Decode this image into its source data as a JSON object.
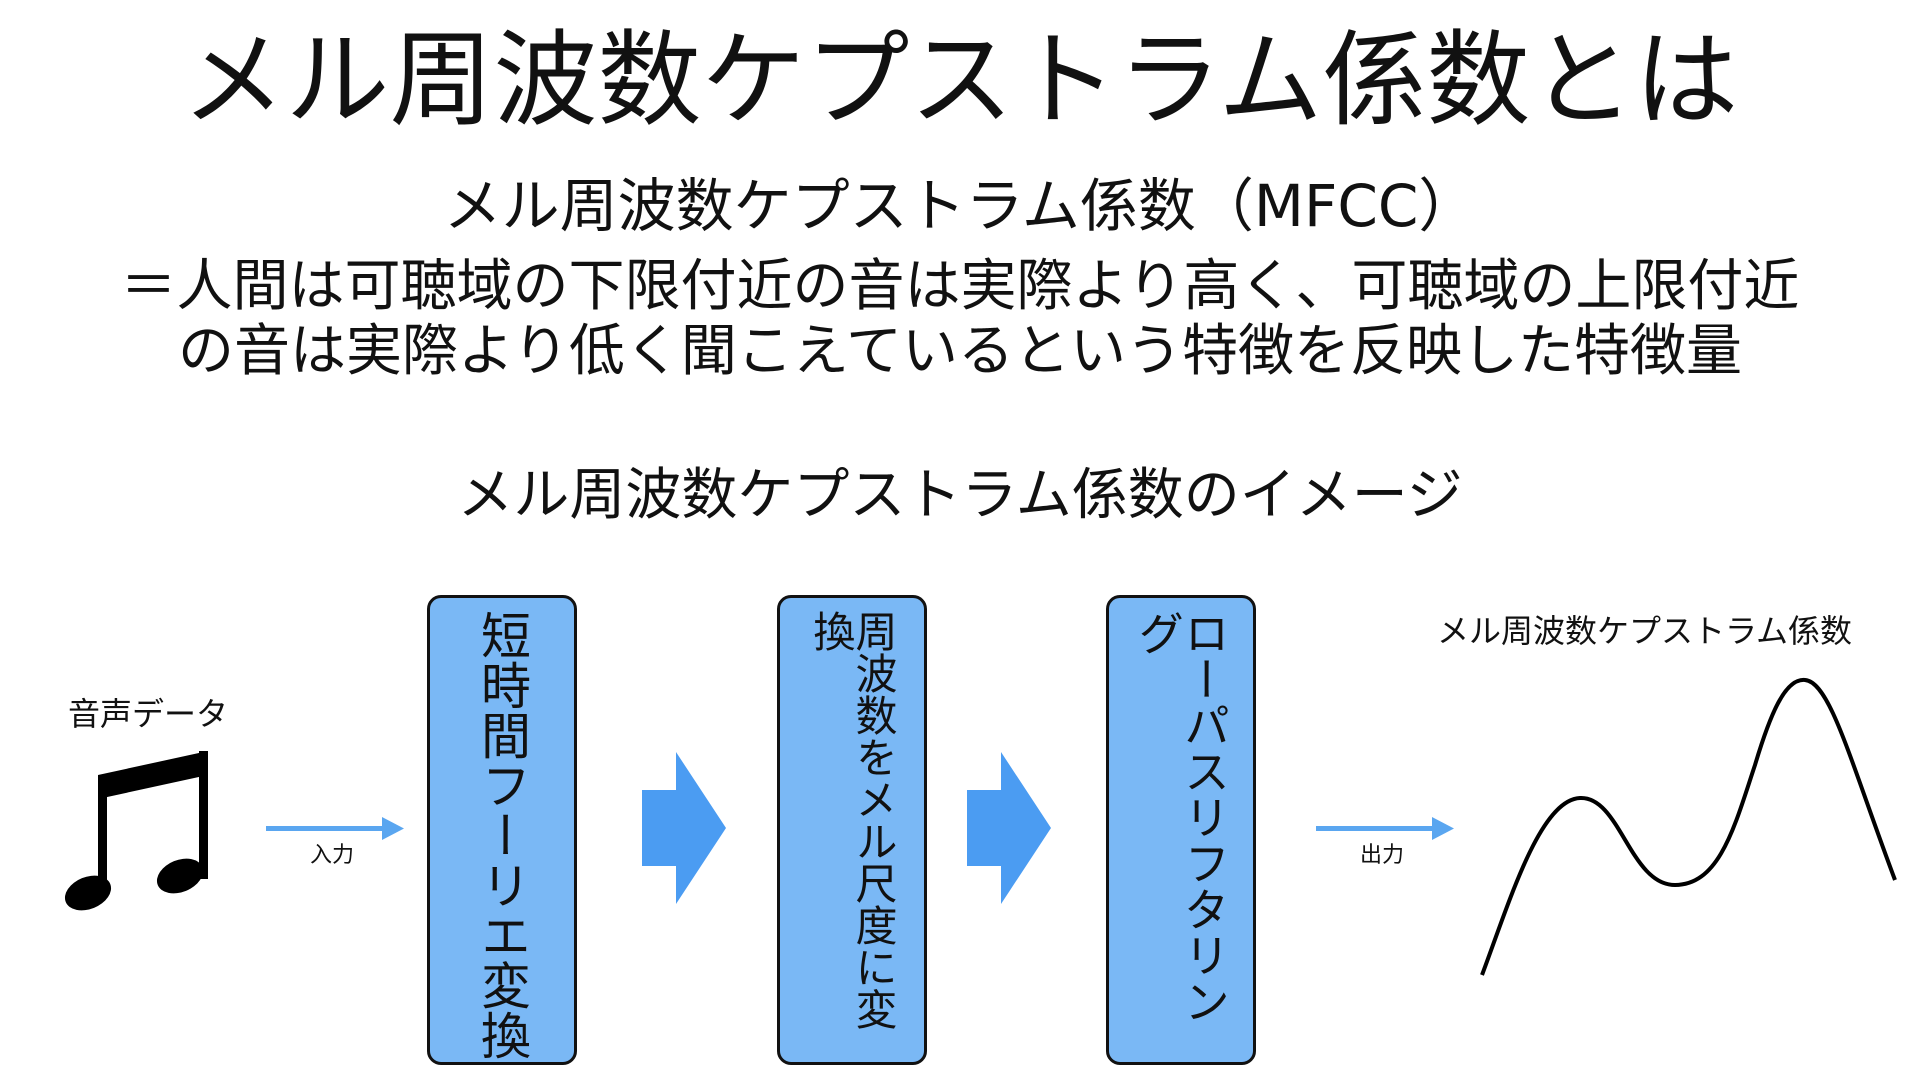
{
  "title": "メル周波数ケプストラム係数とは",
  "subtitle": "メル周波数ケプストラム係数（MFCC）",
  "definition": {
    "line1": "＝人間は可聴域の下限付近の音は実際より高く、可聴域の上限付近",
    "line2": "の音は実際より低く聞こえているという特徴を反映した特徴量"
  },
  "image_heading": "メル周波数ケプストラム係数のイメージ",
  "flow": {
    "input_label": "音声データ",
    "input_icon": "music-note-icon",
    "input_arrow_label": "入力",
    "steps": [
      {
        "label": "短時間フーリエ変換"
      },
      {
        "label": "周波数をメル尺度に変換"
      },
      {
        "label": "ローパスリフタリング"
      }
    ],
    "output_arrow_label": "出力",
    "output_label": "メル周波数ケプストラム係数",
    "output_icon": "wave-curve-icon"
  },
  "colors": {
    "box_fill": "#7ab8f5",
    "big_arrow": "#4b9cf2",
    "thin_arrow": "#5aa6f0",
    "text": "#111111"
  }
}
